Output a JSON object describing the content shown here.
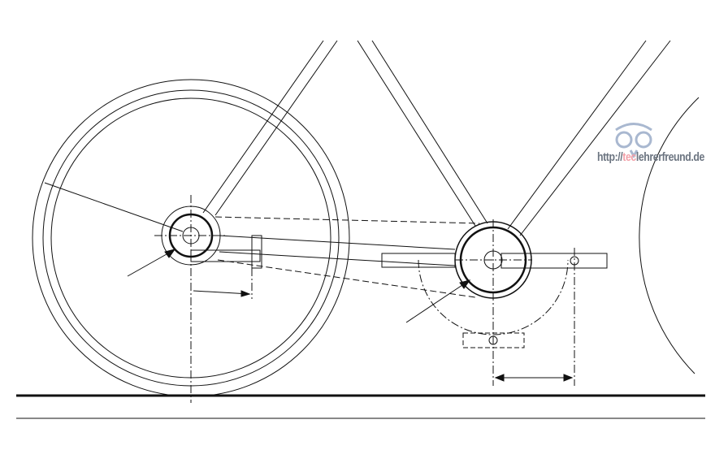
{
  "watermark": {
    "prefix": "http://",
    "accent": "tec",
    "suffix": "lehrerfreund.de",
    "accent_color": "#f2a0a8",
    "text_color": "#6b7480"
  },
  "colors": {
    "line": "#111111",
    "logo": "#a9b8d0"
  }
}
